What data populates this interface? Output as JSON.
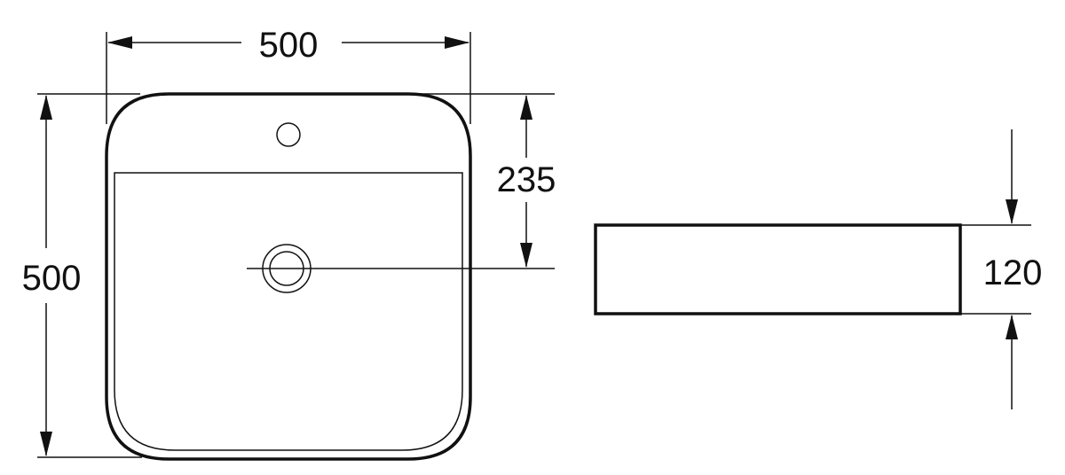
{
  "dimensions": {
    "top_width": "500",
    "left_height": "500",
    "drain_offset": "235",
    "side_height": "120"
  },
  "colors": {
    "line": "#111111",
    "background": "#ffffff"
  }
}
